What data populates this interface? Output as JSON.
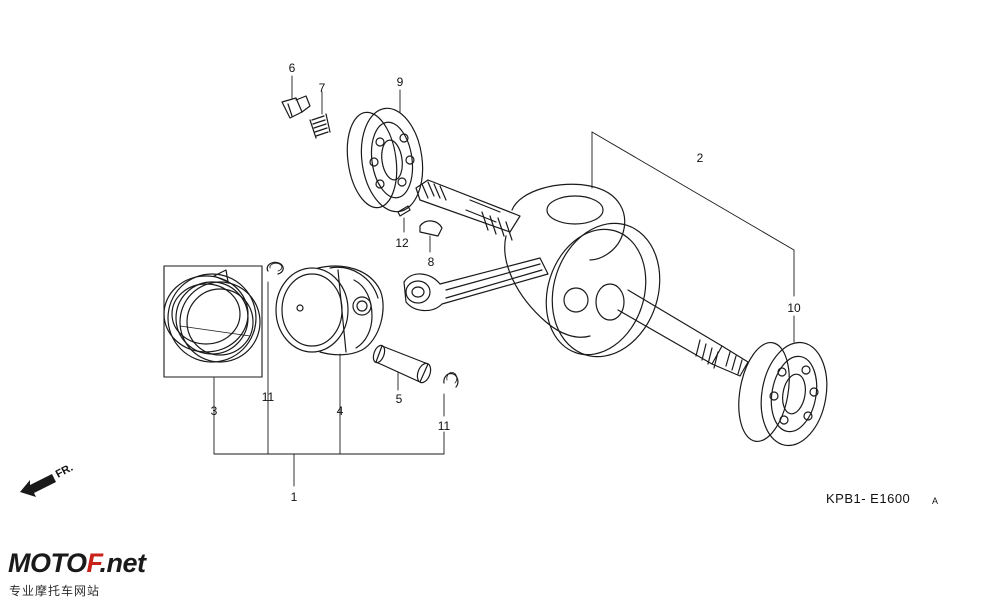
{
  "diagram": {
    "drawing_code": "KPB1- E1600",
    "drawing_code_suffix": "A",
    "direction_marker": "FR.",
    "callouts": [
      {
        "id": "c1",
        "text": "1"
      },
      {
        "id": "c2",
        "text": "2"
      },
      {
        "id": "c3",
        "text": "3"
      },
      {
        "id": "c4",
        "text": "4"
      },
      {
        "id": "c5",
        "text": "5"
      },
      {
        "id": "c6",
        "text": "6"
      },
      {
        "id": "c7",
        "text": "7"
      },
      {
        "id": "c8",
        "text": "8"
      },
      {
        "id": "c9",
        "text": "9"
      },
      {
        "id": "c10",
        "text": "10"
      },
      {
        "id": "c11a",
        "text": "11"
      },
      {
        "id": "c11b",
        "text": "11"
      },
      {
        "id": "c12",
        "text": "12"
      }
    ]
  },
  "watermark": {
    "brand_prefix": "MOTO",
    "brand_accent": "F",
    "brand_suffix": ".net",
    "tagline": "专业摩托车网站"
  },
  "colors": {
    "line": "#1a1a1a",
    "accent": "#c8231b"
  }
}
